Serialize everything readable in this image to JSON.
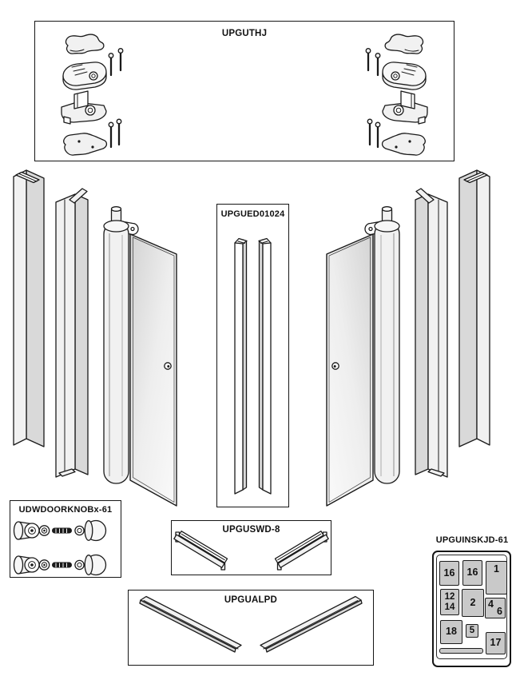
{
  "colors": {
    "line": "#1a1a1a",
    "metal_light": "#ececec",
    "metal_mid": "#d9d9d9",
    "glass_light": "#f8f8f8",
    "glass_dark": "#d3d3d3",
    "cell_fill": "#c9c9c9",
    "background": "#ffffff"
  },
  "boxes": {
    "hinge_kit": {
      "label": "UPGUTHJ"
    },
    "edge_strip_kit": {
      "label": "UPGUED01024"
    },
    "door_knob_kit": {
      "label": "UDWDOORKNOBx-61"
    },
    "sweep_kit": {
      "label": "UPGUSWD-8"
    },
    "threshold_kit": {
      "label": "UPGUALPD"
    },
    "install_kit": {
      "label": "UPGUINSKJD-61",
      "cells": [
        {
          "text": "16"
        },
        {
          "text": "16"
        },
        {
          "text": "1"
        },
        {
          "text": "12\n14"
        },
        {
          "text": "2"
        },
        {
          "a": "4",
          "b": "6"
        },
        {
          "text": "18"
        },
        {
          "text": "5"
        },
        {
          "text": "17"
        }
      ]
    }
  }
}
